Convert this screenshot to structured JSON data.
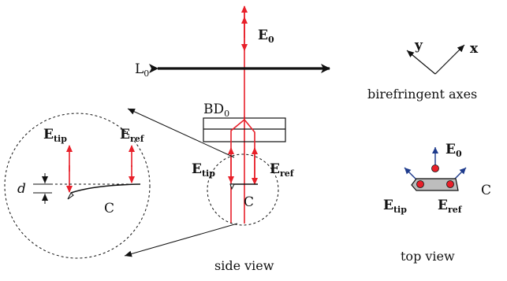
{
  "labels": {
    "E0_main": "E",
    "E0_main_sub": "0",
    "L0": "L",
    "L0_sub": "0",
    "BD0": "BD",
    "BD0_sub": "0",
    "E_tip": "E",
    "E_tip_sub": "tip",
    "E_ref": "E",
    "E_ref_sub": "ref",
    "C": "C",
    "d": "d",
    "axis_y": "y",
    "axis_x": "x",
    "birefringent_caption": "birefringent axes",
    "side_view_caption": "side view",
    "top_view_caption": "top view"
  },
  "colors": {
    "beam": "#e8202a",
    "outline": "#111111",
    "sample_fill": "#bdbdbd",
    "top_arrow": "#1d3a8c"
  }
}
